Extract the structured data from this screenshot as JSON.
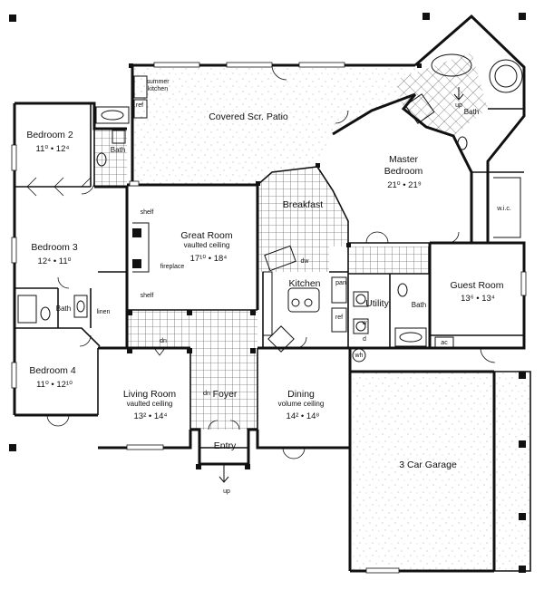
{
  "rooms": {
    "patio": {
      "name": "Covered Scr. Patio"
    },
    "bed2": {
      "name": "Bedroom 2",
      "dims": "11⁰ • 12⁴"
    },
    "bed3": {
      "name": "Bedroom 3",
      "dims": "12⁴ • 11⁰"
    },
    "bed4": {
      "name": "Bedroom 4",
      "dims": "11⁰ • 12¹⁰"
    },
    "great": {
      "name": "Great Room",
      "sub": "vaulted ceiling",
      "dims": "17¹⁰ • 18⁴"
    },
    "breakfast": {
      "name": "Breakfast"
    },
    "kitchen": {
      "name": "Kitchen"
    },
    "master": {
      "name": "Master",
      "name2": "Bedroom",
      "dims": "21⁰ • 21⁹"
    },
    "guest": {
      "name": "Guest Room",
      "dims": "13⁶ • 13⁴"
    },
    "living": {
      "name": "Living Room",
      "sub": "vaulted ceiling",
      "dims": "13² • 14⁴"
    },
    "foyer": {
      "name": "Foyer"
    },
    "dining": {
      "name": "Dining",
      "sub": "volume ceiling",
      "dims": "14² • 14⁸"
    },
    "entry": {
      "name": "Entry"
    },
    "garage": {
      "name": "3 Car Garage"
    },
    "utility": {
      "name": "Utility"
    }
  },
  "labels": {
    "bath": "Bath",
    "summer": "summer",
    "summer_kitchen": "kitchen",
    "ref": "ref",
    "shelf": "shelf",
    "fireplace": "fireplace",
    "dw": "dw",
    "pan": "pan",
    "wic": "w.i.c.",
    "linen": "linen",
    "dn": "dn",
    "up": "up",
    "wh": "wh",
    "ac": "ac",
    "w": "w",
    "d": "d"
  }
}
